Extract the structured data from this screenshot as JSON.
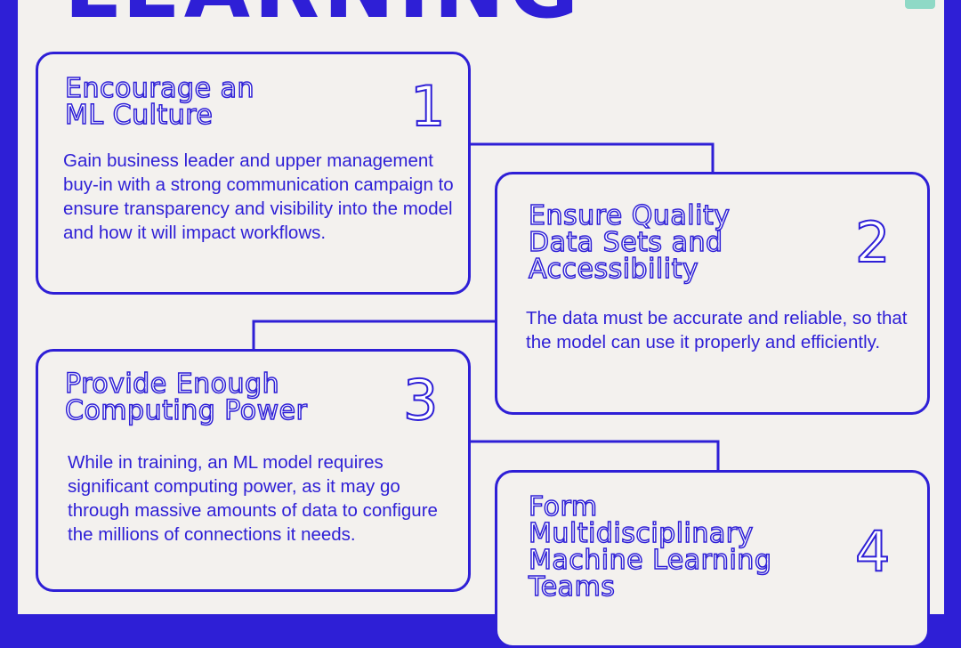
{
  "heading": "LEARNING",
  "steps": [
    {
      "number": "1",
      "title": "Encourage an\nML Culture",
      "text": "Gain business leader and upper management buy-in with a strong communication campaign to ensure transparency and visibility into the model and how it will impact workflows."
    },
    {
      "number": "2",
      "title": "Ensure Quality\nData Sets and\nAccessibility",
      "text": "The data must be accurate and reliable, so that the model can use it properly and efficiently."
    },
    {
      "number": "3",
      "title": "Provide Enough\nComputing Power",
      "text": "While in training, an ML model requires significant computing power, as it may go through massive amounts of data to configure the millions of connections it needs."
    },
    {
      "number": "4",
      "title": "Form\nMultidisciplinary\nMachine Learning\nTeams",
      "text": ""
    }
  ],
  "colors": {
    "primary": "#2e1fd6",
    "background": "#f3f1ee",
    "accent": "#8fd9c6"
  }
}
